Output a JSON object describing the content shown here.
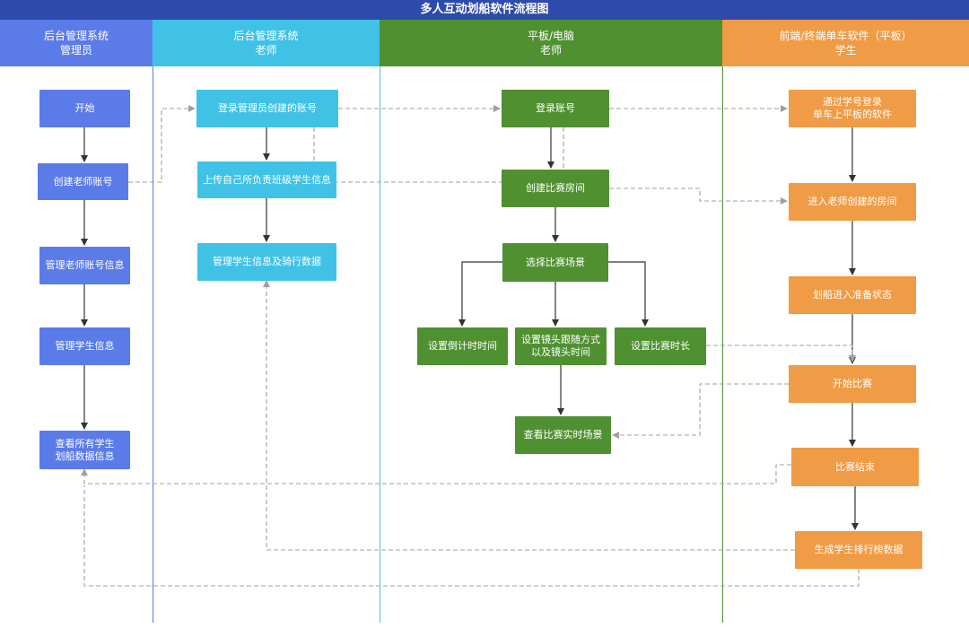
{
  "title": "多人互动划船软件流程图",
  "colors": {
    "title_bar": "#2e4bab",
    "lane_admin": "#5b7be8",
    "lane_teacher_backend": "#40c2e6",
    "lane_teacher_tablet": "#4f9030",
    "lane_student": "#f09b45",
    "solid_arrow": "#333333",
    "dashed_arrow": "#a0a0a0"
  },
  "lanes": [
    {
      "line1": "后台管理系统",
      "line2": "管理员"
    },
    {
      "line1": "后台管理系统",
      "line2": "老师"
    },
    {
      "line1": "平板/电脑",
      "line2": "老师"
    },
    {
      "line1": "前端/终端单车软件（平板）",
      "line2": "学生"
    }
  ],
  "nodes": {
    "start": {
      "line1": "开始"
    },
    "create_teacher": {
      "line1": "创建老师账号"
    },
    "manage_teacher": {
      "line1": "管理老师账号信息"
    },
    "manage_student": {
      "line1": "管理学生信息"
    },
    "view_all": {
      "line1": "查看所有学生",
      "line2": "划船数据信息"
    },
    "login_admin_account": {
      "line1": "登录管理员创建的账号"
    },
    "upload_info": {
      "line1": "上传自己所负责班级学生信息"
    },
    "manage_ride": {
      "line1": "管理学生信息及骑行数据"
    },
    "login": {
      "line1": "登录账号"
    },
    "create_room": {
      "line1": "创建比赛房间"
    },
    "select_scene": {
      "line1": "选择比赛场景"
    },
    "countdown": {
      "line1": "设置倒计时时间"
    },
    "camera": {
      "line1": "设置镜头跟随方式",
      "line2": "以及镜头时间"
    },
    "duration": {
      "line1": "设置比赛时长"
    },
    "view_live": {
      "line1": "查看比赛实时场景"
    },
    "student_login": {
      "line1": "通过学号登录",
      "line2": "单车上平板的软件"
    },
    "enter_room": {
      "line1": "进入老师创建的房间"
    },
    "ready": {
      "line1": "划船进入准备状态"
    },
    "begin": {
      "line1": "开始比赛"
    },
    "end": {
      "line1": "比赛结束"
    },
    "ranking": {
      "line1": "生成学生排行榜数据"
    }
  }
}
